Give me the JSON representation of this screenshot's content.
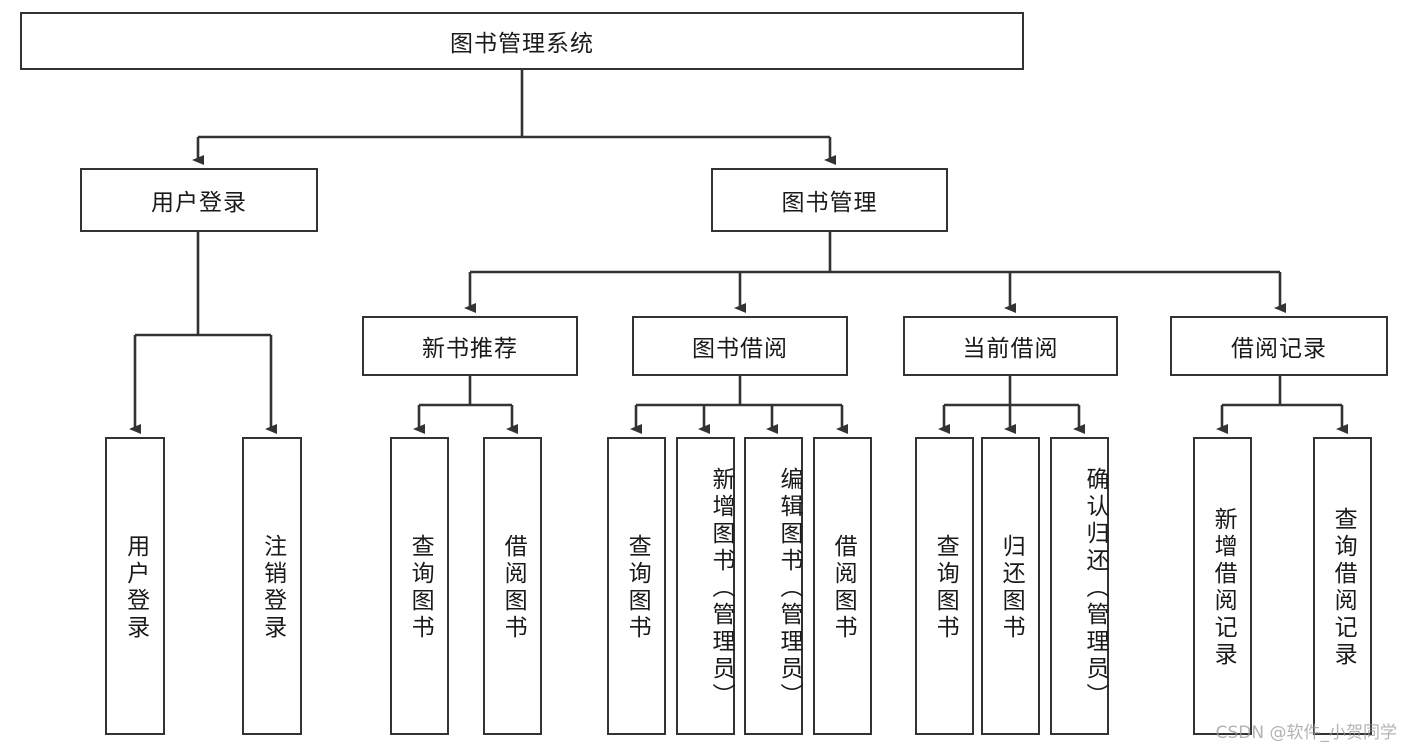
{
  "diagram": {
    "type": "tree-hierarchy",
    "title": "图书管理系统",
    "watermark": "CSDN @软件_小贺同学",
    "colors": {
      "box_border": "#333333",
      "box_fill": "#ffffff",
      "connector": "#333333",
      "text": "#1a1a1a",
      "watermark": "#9a9a9a"
    },
    "levels": {
      "root": "图书管理系统",
      "level2": [
        "用户登录",
        "图书管理"
      ],
      "level3": [
        "新书推荐",
        "图书借阅",
        "当前借阅",
        "借阅记录"
      ],
      "level4_groups": [
        {
          "parent": "用户登录",
          "items": [
            "用户登录",
            "注销登录"
          ]
        },
        {
          "parent": "新书推荐",
          "items": [
            "查询图书",
            "借阅图书"
          ]
        },
        {
          "parent": "图书借阅",
          "items": [
            "查询图书",
            "新增图书（管理员）",
            "编辑图书（管理员）",
            "借阅图书"
          ]
        },
        {
          "parent": "当前借阅",
          "items": [
            "查询图书",
            "归还图书",
            "确认归还（管理员）"
          ]
        },
        {
          "parent": "借阅记录",
          "items": [
            "新增借阅记录",
            "查询借阅记录"
          ]
        }
      ]
    },
    "nodes": {
      "root": {
        "label": "图书管理系统"
      },
      "n_user_login": {
        "label": "用户登录"
      },
      "n_book_mgmt": {
        "label": "图书管理"
      },
      "n_new_book_rec": {
        "label": "新书推荐"
      },
      "n_book_borrow": {
        "label": "图书借阅"
      },
      "n_current_borrow": {
        "label": "当前借阅"
      },
      "n_borrow_record": {
        "label": "借阅记录"
      },
      "l_user_login": {
        "label": "用户登录"
      },
      "l_user_logout": {
        "label": "注销登录"
      },
      "l_rec_query": {
        "label": "查询图书"
      },
      "l_rec_borrow": {
        "label": "借阅图书"
      },
      "l_borrow_query": {
        "label": "查询图书"
      },
      "l_borrow_add": {
        "label": "新增图书（管理员）"
      },
      "l_borrow_edit": {
        "label": "编辑图书（管理员）"
      },
      "l_borrow_do": {
        "label": "借阅图书"
      },
      "l_cur_query": {
        "label": "查询图书"
      },
      "l_cur_return": {
        "label": "归还图书"
      },
      "l_cur_confirm": {
        "label": "确认归还（管理员）"
      },
      "l_rec_add": {
        "label": "新增借阅记录"
      },
      "l_rec_search": {
        "label": "查询借阅记录"
      }
    }
  }
}
